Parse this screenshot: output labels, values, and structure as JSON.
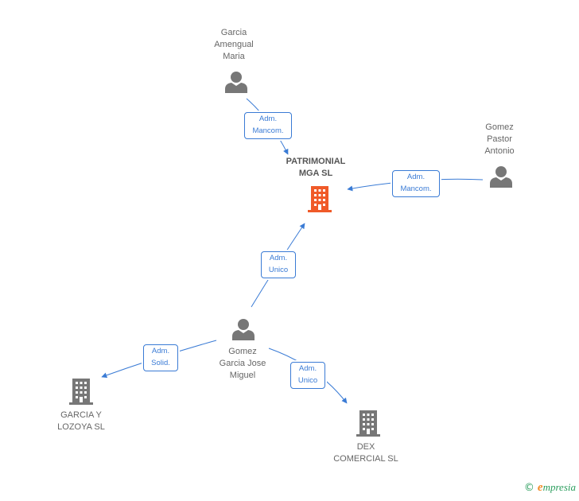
{
  "colors": {
    "edge": "#3a7bd5",
    "person": "#777777",
    "company": "#777777",
    "main_company": "#f05a28",
    "brand": "#2a9d5c",
    "brand_accent": "#f28c28"
  },
  "nodes": {
    "main": {
      "label": "PATRIMONIAL\nMGA SL",
      "icon": "building-icon"
    },
    "garcia_amengual": {
      "label": "Garcia\nAmengual\nMaria",
      "icon": "person-icon"
    },
    "gomez_pastor": {
      "label": "Gomez\nPastor\nAntonio",
      "icon": "person-icon"
    },
    "gomez_garcia": {
      "label": "Gomez\nGarcia Jose\nMiguel",
      "icon": "person-icon"
    },
    "garcia_lozoya": {
      "label": "GARCIA Y\nLOZOYA SL",
      "icon": "building-icon"
    },
    "dex_comercial": {
      "label": "DEX\nCOMERCIAL SL",
      "icon": "building-icon"
    }
  },
  "edges": {
    "e1": {
      "label": "Adm.\nMancom."
    },
    "e2": {
      "label": "Adm.\nMancom."
    },
    "e3": {
      "label": "Adm.\nUnico"
    },
    "e4": {
      "label": "Adm.\nSolid."
    },
    "e5": {
      "label": "Adm.\nUnico"
    }
  },
  "footer": {
    "copyright": "©",
    "brand_first": "e",
    "brand_rest": "mpresia"
  }
}
